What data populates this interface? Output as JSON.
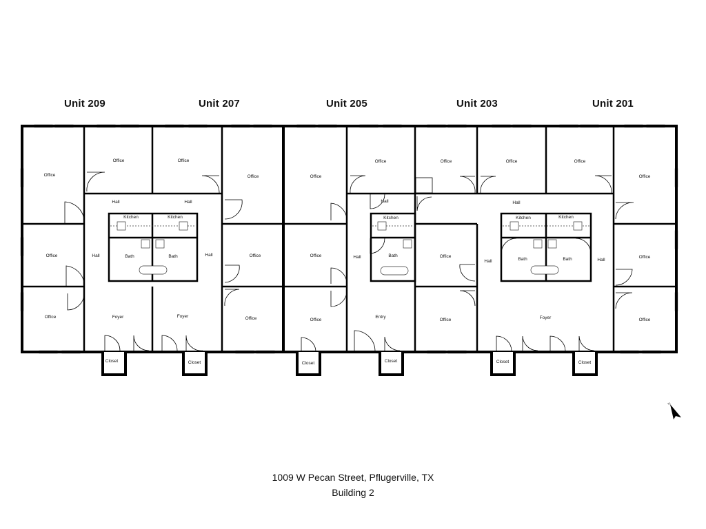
{
  "units": [
    "Unit 209",
    "Unit 207",
    "Unit 205",
    "Unit 203",
    "Unit 201"
  ],
  "rooms": {
    "office": "Office",
    "hall": "Hall",
    "kitchen": "Kitchen",
    "bath": "Bath",
    "foyer": "Foyer",
    "entry": "Entry",
    "closet": "Closet"
  },
  "compass": {
    "label": "N",
    "icon": "north-arrow-icon"
  },
  "address": {
    "line1": "1009 W Pecan Street, Pflugerville, TX",
    "line2": "Building 2"
  },
  "colors": {
    "wall": "#000000",
    "background": "#ffffff",
    "window": "#bbbbbb"
  }
}
